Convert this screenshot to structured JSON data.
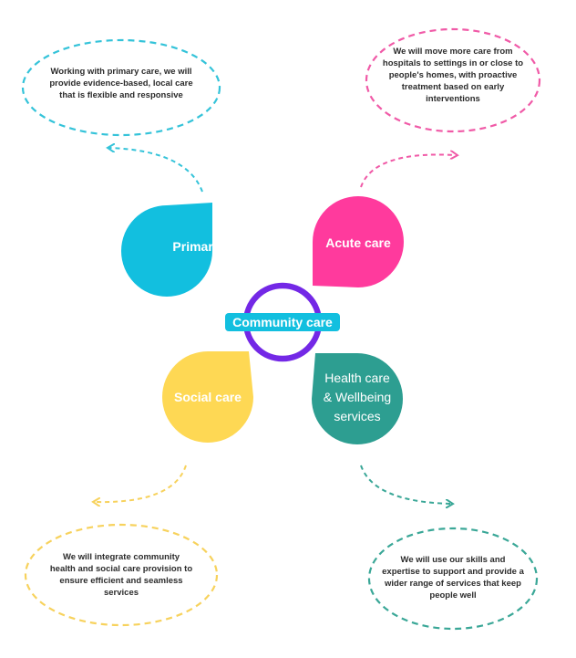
{
  "colors": {
    "primary_care": "#12bfdf",
    "acute_care": "#ff3a9d",
    "social_care": "#fed854",
    "health_care": "#2d9e91",
    "ring": "#7328e6",
    "center_label_bg": "#12bfdf",
    "primary_dash": "#34c3d9",
    "acute_dash": "#f05aa7",
    "social_dash": "#f7d25d",
    "health_dash": "#3aa797"
  },
  "center": {
    "label": "Community care"
  },
  "petals": {
    "primary_care": {
      "label": "Primary Care"
    },
    "acute_care": {
      "label": "Acute care"
    },
    "social_care": {
      "label": "Social  care"
    },
    "health_care": {
      "line1": "Health  care",
      "line2": "& Wellbeing",
      "line3": "services"
    }
  },
  "bubbles": {
    "primary_care": {
      "line1": "Working with primary care, we will",
      "line2": "provide evidence-based, local care",
      "line3": "that is flexible and responsive"
    },
    "acute_care": {
      "line1": "We will move more care from",
      "line2": "hospitals to settings in or close to",
      "line3": "people's homes, with proactive",
      "line4": "treatment based on early",
      "line5": "interventions"
    },
    "social_care": {
      "line1": "We will integrate community",
      "line2": "health and social care provision to",
      "line3": "ensure efficient and seamless",
      "line4": "services"
    },
    "health_care": {
      "line1": "We will use our skills and",
      "line2": "expertise to support and provide a",
      "line3": "wider range of services that keep",
      "line4": "people well"
    }
  }
}
